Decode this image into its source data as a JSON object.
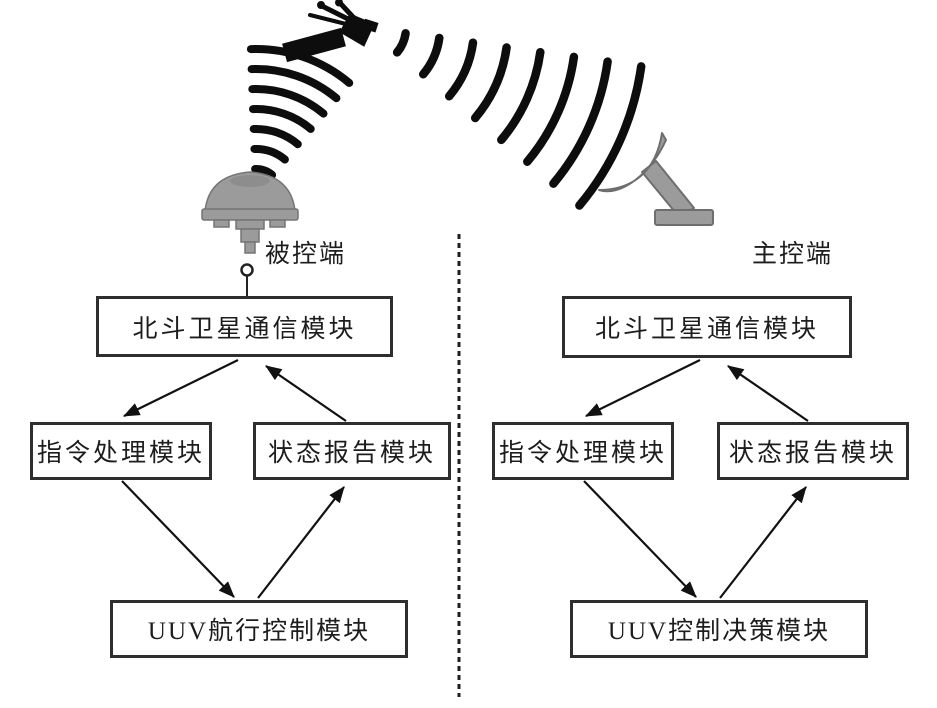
{
  "labels": {
    "controlled_side": "被控端",
    "master_side": "主控端"
  },
  "controlled": {
    "satcom_box": "北斗卫星通信模块",
    "command_box": "指令处理模块",
    "status_box": "状态报告模块",
    "control_box": "UUV航行控制模块"
  },
  "master": {
    "satcom_box": "北斗卫星通信模块",
    "command_box": "指令处理模块",
    "status_box": "状态报告模块",
    "decision_box": "UUV控制决策模块"
  },
  "icons": {
    "satellite": "satellite-icon",
    "left_antenna": "dome-antenna-icon",
    "right_antenna": "dish-antenna-icon",
    "left_waves": "signal-waves-left-icon",
    "right_waves": "signal-waves-right-icon",
    "connector": "antenna-connector-node"
  },
  "colors": {
    "background": "#ffffff",
    "ink": "#1d1d1d",
    "box_border": "#2e2e2e",
    "wave_black": "#0d0d0d",
    "antenna_gray": "#9b9b9b",
    "antenna_outline": "#757575",
    "divider": "#1f1f1f"
  }
}
